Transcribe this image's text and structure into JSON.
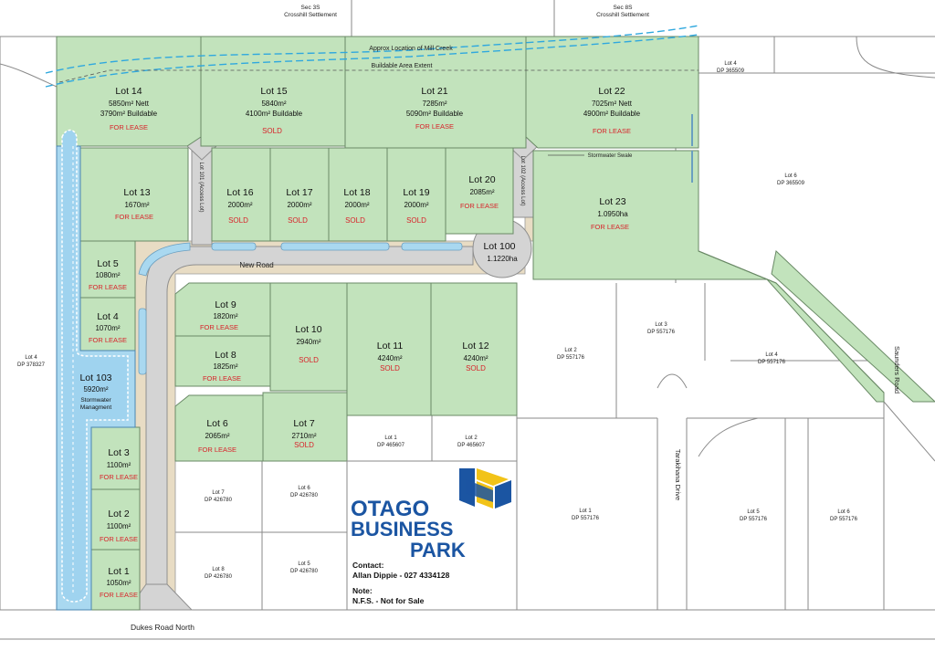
{
  "header_labels": {
    "sec3s_line1": "Sec 3S",
    "sec3s_line2": "Crosshill Settlement",
    "sec8s_line1": "Sec 8S",
    "sec8s_line2": "Crosshill Settlement"
  },
  "annotations": {
    "creek": "Approx Location of Mill Creek",
    "buildable": "Buildable Area Extent",
    "swale": "Stormwater Swale",
    "access101": "Lot 101 (Access Lot)",
    "access102": "Lot 102 (Access Lot)"
  },
  "roads": {
    "new_road": "New Road",
    "dukes_road": "Dukes Road North",
    "taraknana_drive": "Tarakihana Drive",
    "saunders_road": "Saunders Road"
  },
  "lots": [
    {
      "id": "lot14",
      "name": "Lot 14",
      "area": "5850m² Nett",
      "extra": "3790m² Buildable",
      "status": "FOR LEASE"
    },
    {
      "id": "lot15",
      "name": "Lot 15",
      "area": "5840m²",
      "extra": "4100m² Buildable",
      "status": "SOLD"
    },
    {
      "id": "lot21",
      "name": "Lot 21",
      "area": "7285m²",
      "extra": "5090m² Buildable",
      "status": "FOR LEASE"
    },
    {
      "id": "lot22",
      "name": "Lot 22",
      "area": "7025m² Nett",
      "extra": "4900m² Buildable",
      "status": "FOR LEASE"
    },
    {
      "id": "lot13",
      "name": "Lot 13",
      "area": "1670m²",
      "status": "FOR LEASE"
    },
    {
      "id": "lot16",
      "name": "Lot 16",
      "area": "2000m²",
      "status": "SOLD"
    },
    {
      "id": "lot17",
      "name": "Lot 17",
      "area": "2000m²",
      "status": "SOLD"
    },
    {
      "id": "lot18",
      "name": "Lot 18",
      "area": "2000m²",
      "status": "SOLD"
    },
    {
      "id": "lot19",
      "name": "Lot 19",
      "area": "2000m²",
      "status": "SOLD"
    },
    {
      "id": "lot20",
      "name": "Lot 20",
      "area": "2085m²",
      "status": "FOR LEASE"
    },
    {
      "id": "lot23",
      "name": "Lot 23",
      "area": "1.0950ha",
      "status": "FOR LEASE"
    },
    {
      "id": "lot100",
      "name": "Lot 100",
      "area": "1.1220ha"
    },
    {
      "id": "lot5",
      "name": "Lot 5",
      "area": "1080m²",
      "status": "FOR LEASE"
    },
    {
      "id": "lot4",
      "name": "Lot 4",
      "area": "1070m²",
      "status": "FOR LEASE"
    },
    {
      "id": "lot103",
      "name": "Lot 103",
      "area": "5920m²",
      "extra": "Stormwater",
      "extra2": "Managment"
    },
    {
      "id": "lot9",
      "name": "Lot 9",
      "area": "1820m²",
      "status": "FOR LEASE"
    },
    {
      "id": "lot8",
      "name": "Lot 8",
      "area": "1825m²",
      "status": "FOR LEASE"
    },
    {
      "id": "lot10",
      "name": "Lot 10",
      "area": "2940m²",
      "status": "SOLD"
    },
    {
      "id": "lot11",
      "name": "Lot 11",
      "area": "4240m²",
      "status": "SOLD"
    },
    {
      "id": "lot12",
      "name": "Lot 12",
      "area": "4240m²",
      "status": "SOLD"
    },
    {
      "id": "lot6",
      "name": "Lot 6",
      "area": "2065m²",
      "status": "FOR LEASE"
    },
    {
      "id": "lot7",
      "name": "Lot 7",
      "area": "2710m²",
      "status": "SOLD"
    },
    {
      "id": "lot3",
      "name": "Lot 3",
      "area": "1100m²",
      "status": "FOR LEASE"
    },
    {
      "id": "lot2",
      "name": "Lot 2",
      "area": "1100m²",
      "status": "FOR LEASE"
    },
    {
      "id": "lot1",
      "name": "Lot 1",
      "area": "1050m²",
      "status": "FOR LEASE"
    }
  ],
  "neighbors": [
    {
      "id": "n_lot4_dp365509",
      "l1": "Lot 4",
      "l2": "DP 365509"
    },
    {
      "id": "n_lot6_dp365509",
      "l1": "Lot 6",
      "l2": "DP 365509"
    },
    {
      "id": "n_lot4_dp378327",
      "l1": "Lot 4",
      "l2": "DP 378327"
    },
    {
      "id": "n_lot2_dp557176",
      "l1": "Lot 2",
      "l2": "DP 557176"
    },
    {
      "id": "n_lot3_dp557176",
      "l1": "Lot 3",
      "l2": "DP 557176"
    },
    {
      "id": "n_lot4_dp557176",
      "l1": "Lot 4",
      "l2": "DP 557176"
    },
    {
      "id": "n_lot1_dp465607",
      "l1": "Lot 1",
      "l2": "DP 465607"
    },
    {
      "id": "n_lot2_dp465607",
      "l1": "Lot 2",
      "l2": "DP 465607"
    },
    {
      "id": "n_lot7_dp426780",
      "l1": "Lot 7",
      "l2": "DP 426780"
    },
    {
      "id": "n_lot6_dp426780",
      "l1": "Lot 6",
      "l2": "DP 426780"
    },
    {
      "id": "n_lot8_dp426780",
      "l1": "Lot 8",
      "l2": "DP 426780"
    },
    {
      "id": "n_lot5_dp426780",
      "l1": "Lot 5",
      "l2": "DP 426780"
    },
    {
      "id": "n_lot1_dp557176",
      "l1": "Lot 1",
      "l2": "DP 557176"
    },
    {
      "id": "n_lot5_dp557176",
      "l1": "Lot 5",
      "l2": "DP 557176"
    },
    {
      "id": "n_lot6_dp557176",
      "l1": "Lot 6",
      "l2": "DP 557176"
    }
  ],
  "brand": {
    "line1": "OTAGO",
    "line2": "BUSINESS",
    "line3": "PARK",
    "contact_label": "Contact:",
    "contact_value": "Allan Dippie - 027 4334128",
    "note_label": "Note:",
    "note_value": "N.F.S. - Not for Sale"
  },
  "colors": {
    "lot_green": "#c2e3bc",
    "stormwater_blue": "#a9d8f0",
    "road_grey": "#d2d2d2",
    "road_reserve": "#e8dcc4",
    "status_red": "#d8232a",
    "logo_blue": "#1b55a2",
    "logo_yellow": "#f2c318"
  }
}
